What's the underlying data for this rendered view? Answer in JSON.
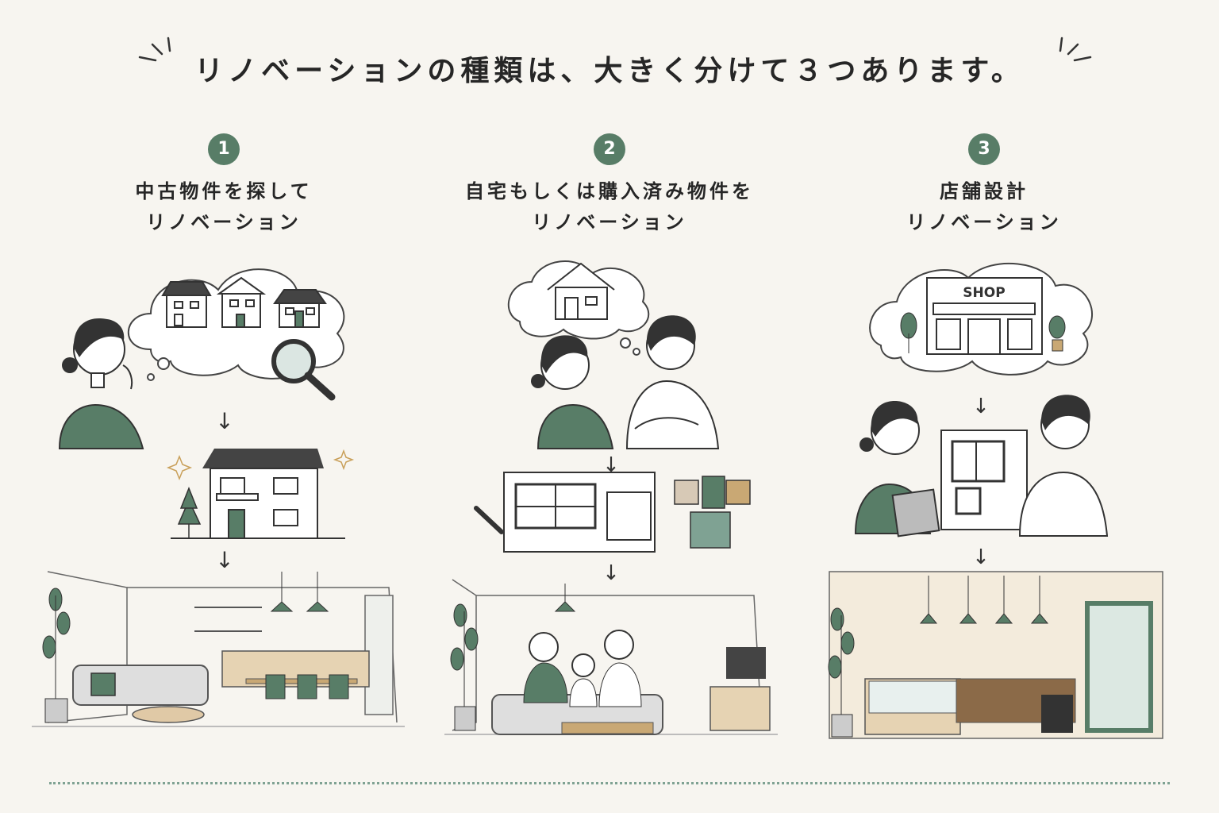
{
  "heading": "リノベーションの種類は、大きく分けて３つあります。",
  "accent_color": "#587d67",
  "types": [
    {
      "number": "1",
      "title_line1": "中古物件を探して",
      "title_line2": "リノベーション"
    },
    {
      "number": "2",
      "title_line1": "自宅もしくは購入済み物件を",
      "title_line2": "リノベーション"
    },
    {
      "number": "3",
      "title_line1": "店舗設計",
      "title_line2": "リノベーション"
    }
  ],
  "shop_sign": "SHOP",
  "arrow_glyph": "↓",
  "icons": [
    "house-icon",
    "magnifier-icon",
    "sparkle-icon",
    "plant-icon",
    "pendant-lamp-icon",
    "floor-plan-icon",
    "pen-icon",
    "tile-sample-icon",
    "shop-icon",
    "clipboard-icon"
  ]
}
